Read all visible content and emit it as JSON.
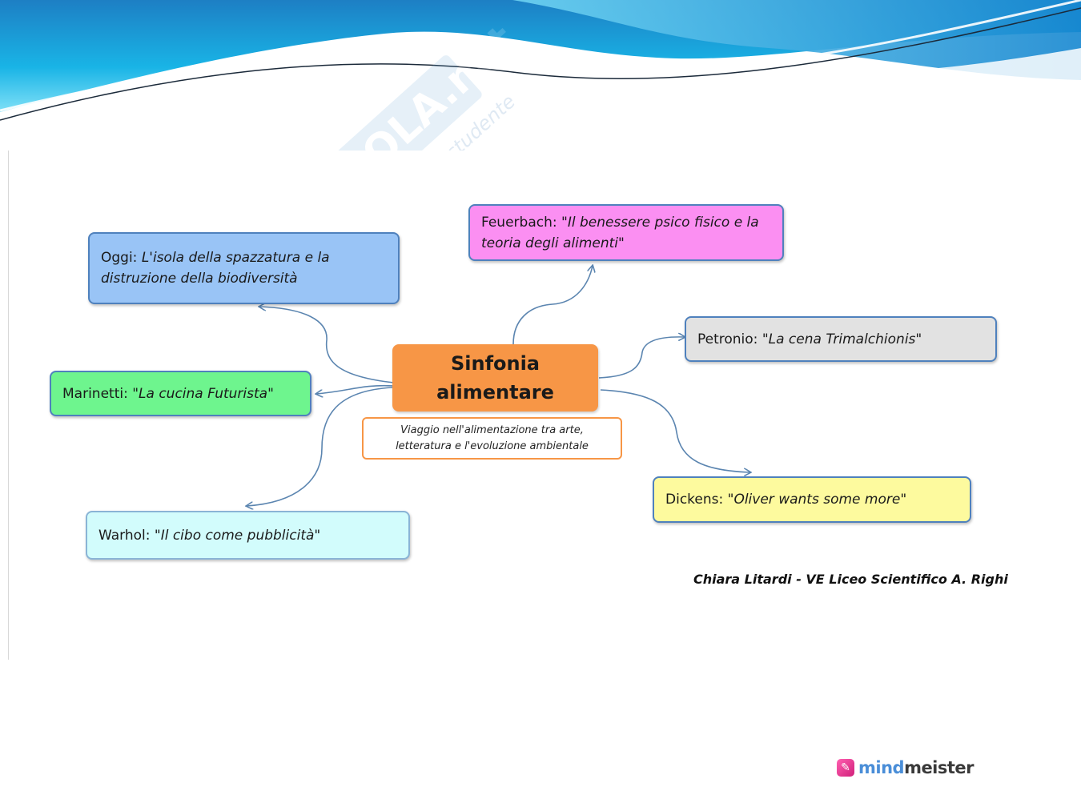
{
  "map": {
    "center": {
      "line1": "Sinfonia",
      "line2": "alimentare"
    },
    "center_note": {
      "line1": "Viaggio nell'alimentazione tra arte,",
      "line2": "letteratura e l'evoluzione ambientale"
    },
    "nodes": {
      "oggi": {
        "prefix": "Oggi: ",
        "line1_italic": "L'isola della spazzatura e la",
        "line2_italic": "distruzione della biodiversità"
      },
      "feuerbach": {
        "prefix": "Feuerbach: \"",
        "line1_italic": "Il benessere psico fisico e la",
        "line2_italic": "teoria degli alimenti",
        "suffix": "\""
      },
      "petronio": {
        "prefix": "Petronio: \"",
        "italic": "La cena Trimalchionis",
        "suffix": "\""
      },
      "marinetti": {
        "prefix": "Marinetti: \"",
        "italic": "La cucina Futurista",
        "suffix": "\""
      },
      "dickens": {
        "prefix": "Dickens: \"",
        "italic": "Oliver wants some more",
        "suffix": "\""
      },
      "warhol": {
        "prefix": "Warhol: \"",
        "italic": "Il cibo come pubblicità",
        "suffix": "\""
      }
    },
    "colors": {
      "center": "#f79646",
      "oggi": "#99c4f6",
      "feuerbach": "#fb8ff2",
      "petronio": "#e2e2e2",
      "marinetti": "#6ef58e",
      "dickens": "#fdfa9e",
      "warhol": "#d2fcfc",
      "border": "#4f81bd",
      "connector": "#5b85b0"
    }
  },
  "author": "Chiara Litardi - VE Liceo Scientifico A. Righi",
  "logo": {
    "mind": "mind",
    "meister": "meister",
    "icon": "mindmeister-logo-icon"
  },
  "watermark": {
    "brand": "SKUOLA.net",
    "tagline": "paradiso dello studente"
  }
}
